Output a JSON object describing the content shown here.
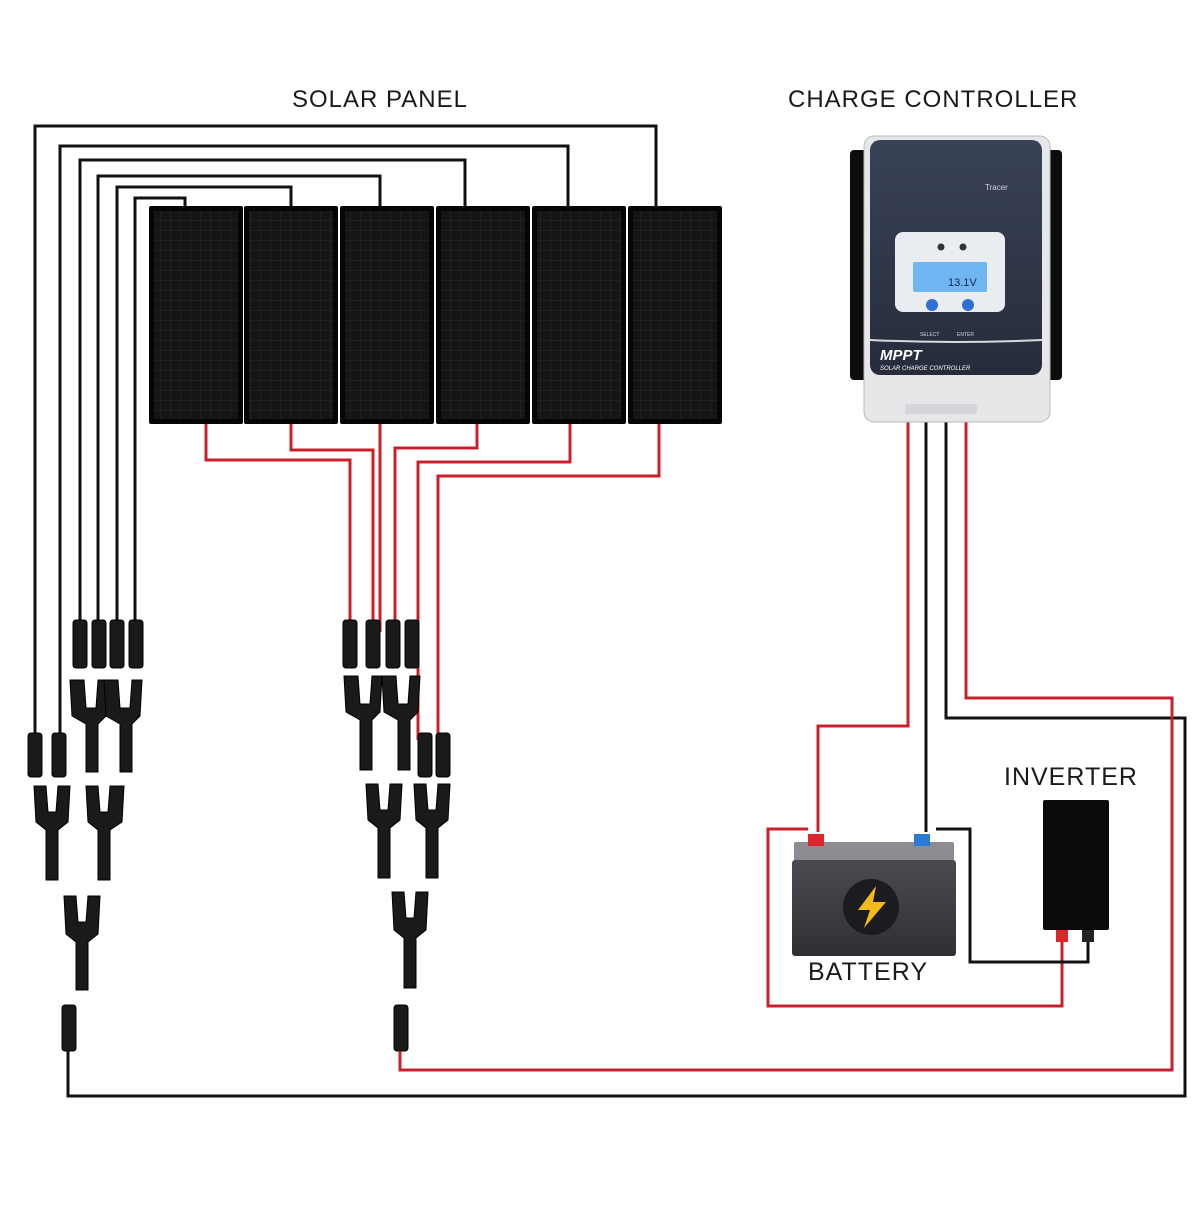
{
  "labels": {
    "solar_panel": "SOLAR PANEL",
    "charge_controller": "CHARGE CONTROLLER",
    "inverter": "INVERTER",
    "battery": "BATTERY"
  },
  "controller": {
    "brand": "Tracer",
    "title": "MPPT",
    "subtitle": "SOLAR CHARGE CONTROLLER",
    "select_label": "SELECT",
    "enter_label": "ENTER",
    "lcd_reading": "13.1V"
  },
  "panel_count": 6,
  "colors": {
    "positive_wire": "#c8202a",
    "negative_wire": "#111111",
    "panel": "#141414",
    "controller_body": "#2d3446",
    "lcd": "#6fb6f2",
    "button": "#2f6fd6",
    "battery_body": "#3c3d41",
    "bolt": "#f6b91a",
    "terminal_positive": "#e0242c",
    "terminal_negative": "#2a7ad6"
  }
}
